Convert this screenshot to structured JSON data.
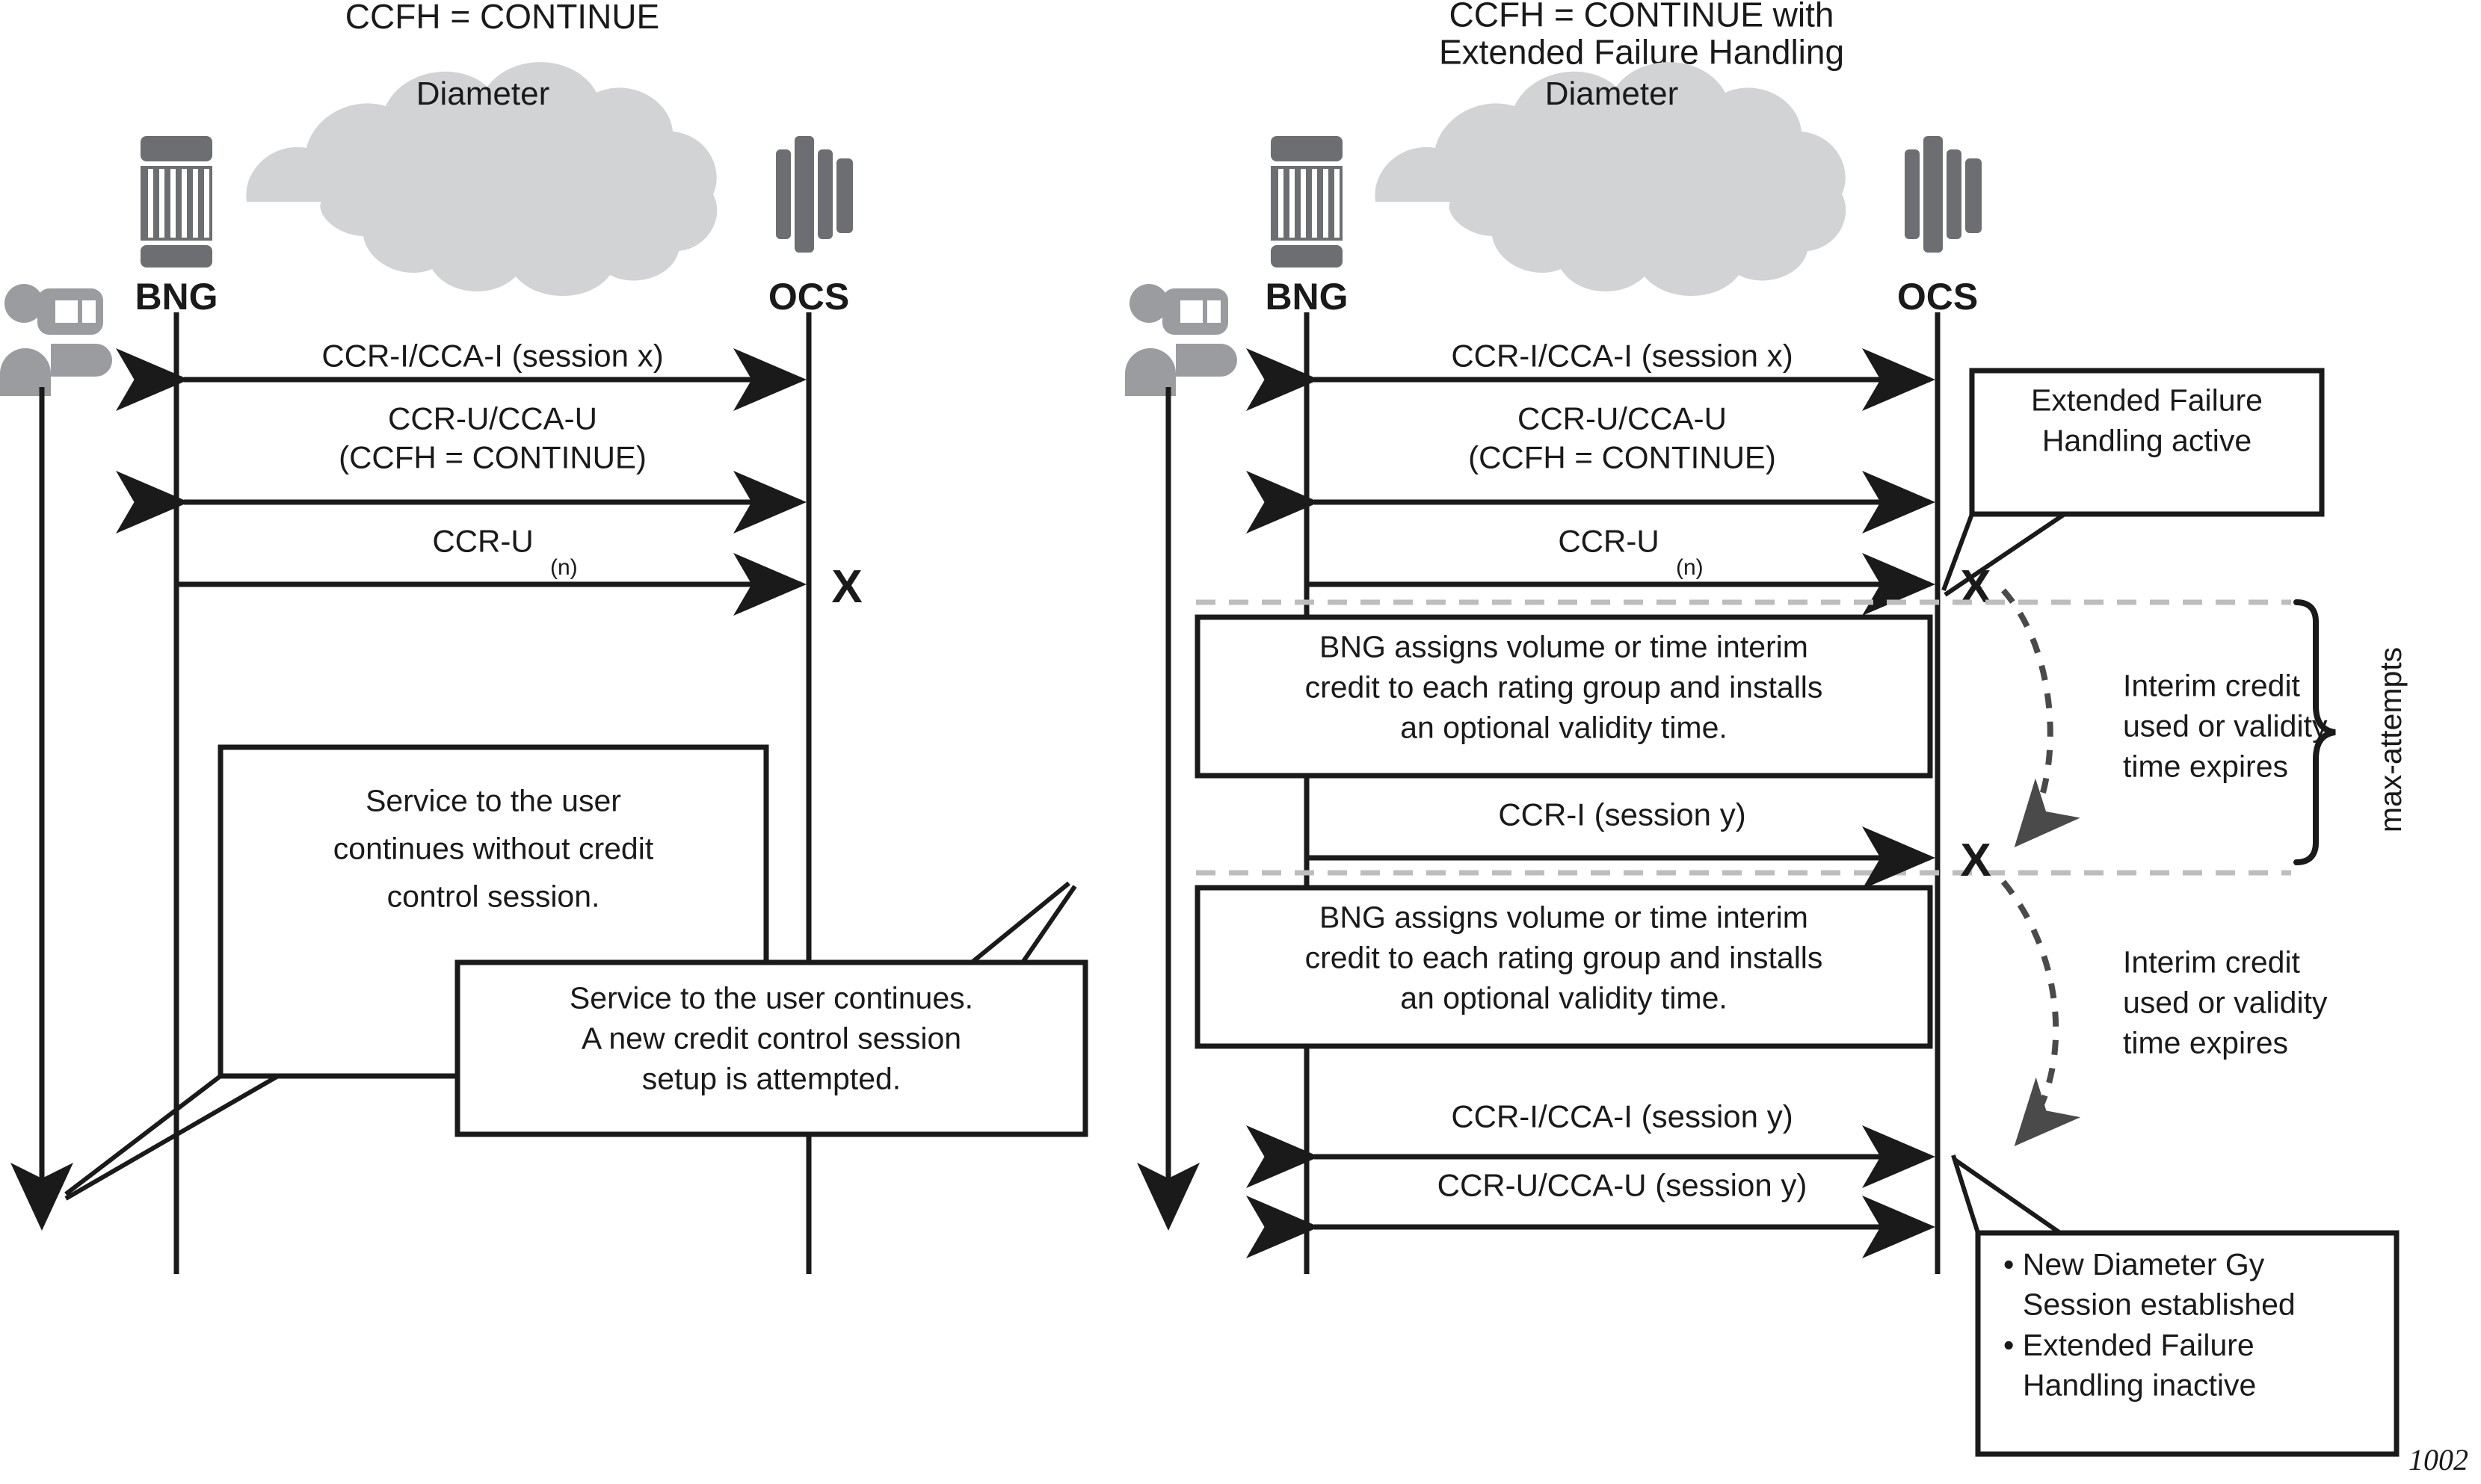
{
  "figure": {
    "number": "1002",
    "panels": [
      {
        "id": "left",
        "title": "CCFH = CONTINUE",
        "cloud_label": "Diameter",
        "nodes": {
          "left": "BNG",
          "right": "OCS"
        },
        "messages": [
          {
            "id": "m1",
            "label": "CCR-I/CCA-I (session x)",
            "label2": "",
            "sub": "",
            "direction": "both"
          },
          {
            "id": "m2",
            "label": "CCR-U/CCA-U",
            "label2": "(CCFH = CONTINUE)",
            "sub": "",
            "direction": "both"
          },
          {
            "id": "m3",
            "label": "CCR-U",
            "label2": "",
            "sub": "(n)",
            "direction": "right"
          }
        ],
        "fail_marks": [
          "X"
        ],
        "callouts": [
          {
            "id": "left-callout-1",
            "lines": [
              "Service to the user",
              "continues without credit",
              "control session."
            ]
          },
          {
            "id": "left-callout-2",
            "lines": [
              "Service to the user continues.",
              "A new credit control session",
              "setup is attempted."
            ]
          }
        ]
      },
      {
        "id": "right",
        "title_line1": "CCFH = CONTINUE with",
        "title_line2": "Extended Failure Handling",
        "cloud_label": "Diameter",
        "nodes": {
          "left": "BNG",
          "right": "OCS"
        },
        "messages": [
          {
            "id": "r1",
            "label": "CCR-I/CCA-I (session x)",
            "label2": "",
            "sub": "",
            "direction": "both"
          },
          {
            "id": "r2",
            "label": "CCR-U/CCA-U",
            "label2": "(CCFH = CONTINUE)",
            "sub": "",
            "direction": "both"
          },
          {
            "id": "r3",
            "label": "CCR-U",
            "label2": "",
            "sub": "(n)",
            "direction": "right"
          },
          {
            "id": "r4",
            "label": "CCR-I (session y)",
            "label2": "",
            "sub": "",
            "direction": "right"
          },
          {
            "id": "r5",
            "label": "CCR-I/CCA-I (session y)",
            "label2": "",
            "sub": "",
            "direction": "both"
          },
          {
            "id": "r6",
            "label": "CCR-U/CCA-U (session y)",
            "label2": "",
            "sub": "",
            "direction": "both"
          }
        ],
        "fail_marks": [
          "X",
          "X"
        ],
        "process_boxes": [
          {
            "id": "proc-1",
            "lines": [
              "BNG assigns volume or time interim",
              "credit to each rating group and installs",
              "an optional validity time."
            ]
          },
          {
            "id": "proc-2",
            "lines": [
              "BNG assigns volume or time interim",
              "credit to each rating group and installs",
              "an optional validity time."
            ]
          }
        ],
        "callouts": [
          {
            "id": "efh-active",
            "lines": [
              "Extended Failure",
              "Handling active"
            ]
          },
          {
            "id": "gy-session",
            "bullets": [
              [
                "New Diameter Gy",
                "Session established"
              ],
              [
                "Extended Failure",
                "Handling inactive"
              ]
            ]
          }
        ],
        "side_labels": [
          {
            "id": "interim-1",
            "lines": [
              "Interim credit",
              "used or validity",
              "time expires"
            ]
          },
          {
            "id": "interim-2",
            "lines": [
              "Interim credit",
              "used or validity",
              "time expires"
            ]
          }
        ],
        "brace_label": "max-attempts"
      }
    ]
  },
  "colors": {
    "ink": "#1a1a1a",
    "cloud": "#d2d3d5",
    "device": "#6d6e71",
    "user": "#9a9ca0",
    "dash_light": "#bdbdbd",
    "dash_dark": "#4a4a4a"
  },
  "icons": {
    "user": "user-workstation-icon",
    "bng": "router-device-icon",
    "ocs": "server-stack-icon",
    "cloud": "network-cloud-icon"
  }
}
